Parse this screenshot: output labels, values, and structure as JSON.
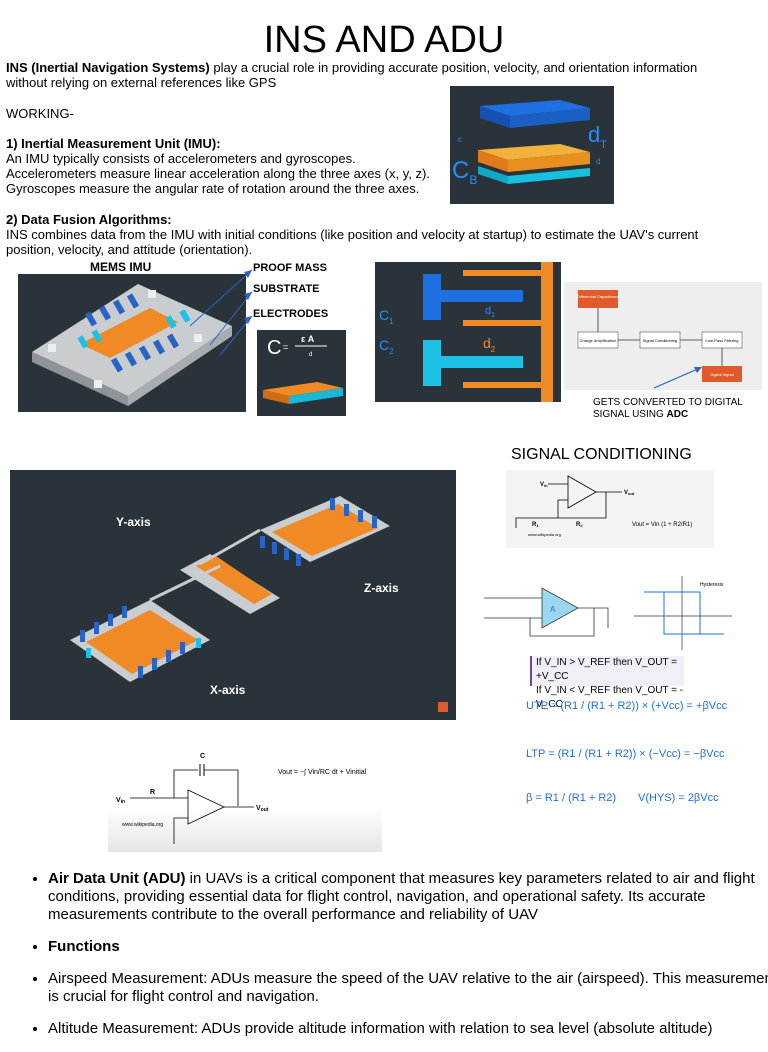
{
  "title": "INS AND ADU",
  "intro": {
    "bold": "INS (Inertial Navigation Systems)",
    "rest": " play a crucial role in providing accurate position, velocity, and orientation information",
    "line2": "without relying on external references like GPS"
  },
  "working": "WORKING-",
  "imu": {
    "heading": "1) Inertial Measurement Unit (IMU):",
    "lines": [
      "An IMU typically consists of accelerometers and gyroscopes.",
      "Accelerometers measure linear acceleration along the three axes (x, y, z).",
      "Gyroscopes measure the angular rate of rotation around the three axes."
    ]
  },
  "fusion": {
    "heading": "2) Data Fusion Algorithms:",
    "lines": [
      "INS combines data from the IMU with initial conditions (like position and velocity at startup) to estimate the UAV's current",
      "position, velocity, and attitude (orientation)."
    ]
  },
  "capacitor_labels": {
    "ct": "c",
    "dt": "d",
    "dt_sub": "T",
    "cb": "C",
    "cb_sub": "B",
    "db": "d"
  },
  "mems": {
    "title": "MEMS IMU",
    "labels": [
      "PROOF MASS",
      "SUBSTRATE",
      "ELECTRODES"
    ],
    "formula_c": "C",
    "formula_eq": "=",
    "formula_num": "ε A",
    "formula_den": "d"
  },
  "comb": {
    "c1": "C",
    "c1_sub": "1",
    "c2": "C",
    "c2_sub": "2",
    "d1": "d",
    "d1_sub": "1",
    "d2": "d",
    "d2_sub": "2"
  },
  "flow": {
    "top": "Differential Capacitance",
    "row": [
      "Charge Amplification",
      "Signal Conditioning",
      "Low-Pass Filtering"
    ],
    "out": "Digital Signal"
  },
  "adc_caption": {
    "line1": "GETS CONVERTED TO DIGITAL",
    "line2_plain": "SIGNAL USING ",
    "line2_bold": "ADC"
  },
  "signal_conditioning": "SIGNAL CONDITIONING",
  "axes": {
    "y": "Y-axis",
    "z": "Z-axis",
    "x": "X-axis"
  },
  "amp": {
    "vin": "V",
    "vin_sub": "in",
    "vout": "V",
    "vout_sub": "out",
    "r1": "R",
    "r1_sub": "1",
    "r2": "R",
    "r2_sub": "2",
    "gain": "Vout = Vin (1 + R2/R1)",
    "site": "www.wikipedia.org"
  },
  "schmitt": {
    "cond1": "If V_IN > V_REF then V_OUT = +V_CC",
    "cond2": "If V_IN < V_REF then V_OUT = -V_CC",
    "utp": "UTP = (R1 / (R1 + R2)) × (+Vcc) = +βVcc",
    "ltp": "LTP = (R1 / (R1 + R2)) × (−Vcc) = −βVcc",
    "beta": "β = R1 / (R1 + R2)",
    "vhys": "V(HYS) = 2βVcc",
    "hyst_label": "Hysteresis",
    "opamp_a": "A"
  },
  "integrator": {
    "c": "C",
    "r": "R",
    "vin": "V",
    "vin_sub": "in",
    "vout": "V",
    "vout_sub": "out",
    "formula": "Vout = −∫ Vin/RC dt + Vinitial",
    "site": "www.wikipedia.org"
  },
  "adu": {
    "item1_bold": "Air Data Unit (ADU)",
    "item1_rest": " in UAVs is a critical component that measures key parameters related to air and flight conditions, providing essential data for flight control, navigation, and operational safety. Its accurate measurements contribute to the overall performance and reliability of UAV",
    "item2_bold": "Functions",
    "item3": "Airspeed Measurement: ADUs measure the speed of the UAV relative to the air (airspeed). This measurement is crucial for flight control and navigation.",
    "item4": "Altitude Measurement: ADUs provide altitude information with relation to sea level (absolute altitude)"
  },
  "colors": {
    "orange": "#f08a24",
    "blue": "#1e90ff",
    "cyan": "#1ec1e6",
    "dark": "#2b333a",
    "red": "#e05a2b"
  }
}
